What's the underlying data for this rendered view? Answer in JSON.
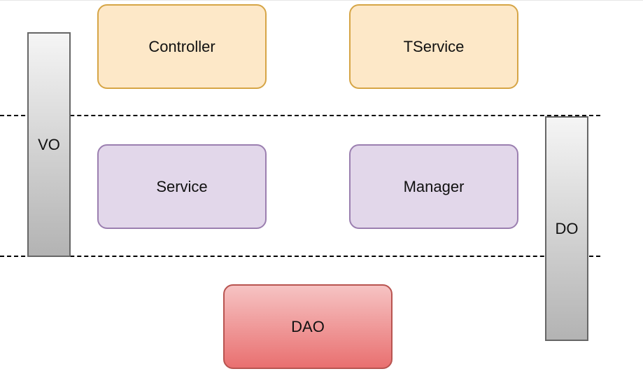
{
  "diagram": {
    "nodes": {
      "controller": {
        "label": "Controller",
        "fill": "#fde8c8",
        "stroke": "#d6a546"
      },
      "tservice": {
        "label": "TService",
        "fill": "#fde8c8",
        "stroke": "#d6a546"
      },
      "service": {
        "label": "Service",
        "fill": "#e2d7ea",
        "stroke": "#9b7fb0"
      },
      "manager": {
        "label": "Manager",
        "fill": "#e2d7ea",
        "stroke": "#9b7fb0"
      },
      "dao": {
        "label": "DAO",
        "fill": "#f09a9a",
        "stroke": "#b85450"
      }
    },
    "bars": {
      "vo": {
        "label": "VO",
        "fill": "#d9d9d9",
        "stroke": "#666666"
      },
      "do": {
        "label": "DO",
        "fill": "#d9d9d9",
        "stroke": "#666666"
      }
    },
    "separators": {
      "style": "dashed",
      "count": 2,
      "color": "#000000"
    }
  }
}
